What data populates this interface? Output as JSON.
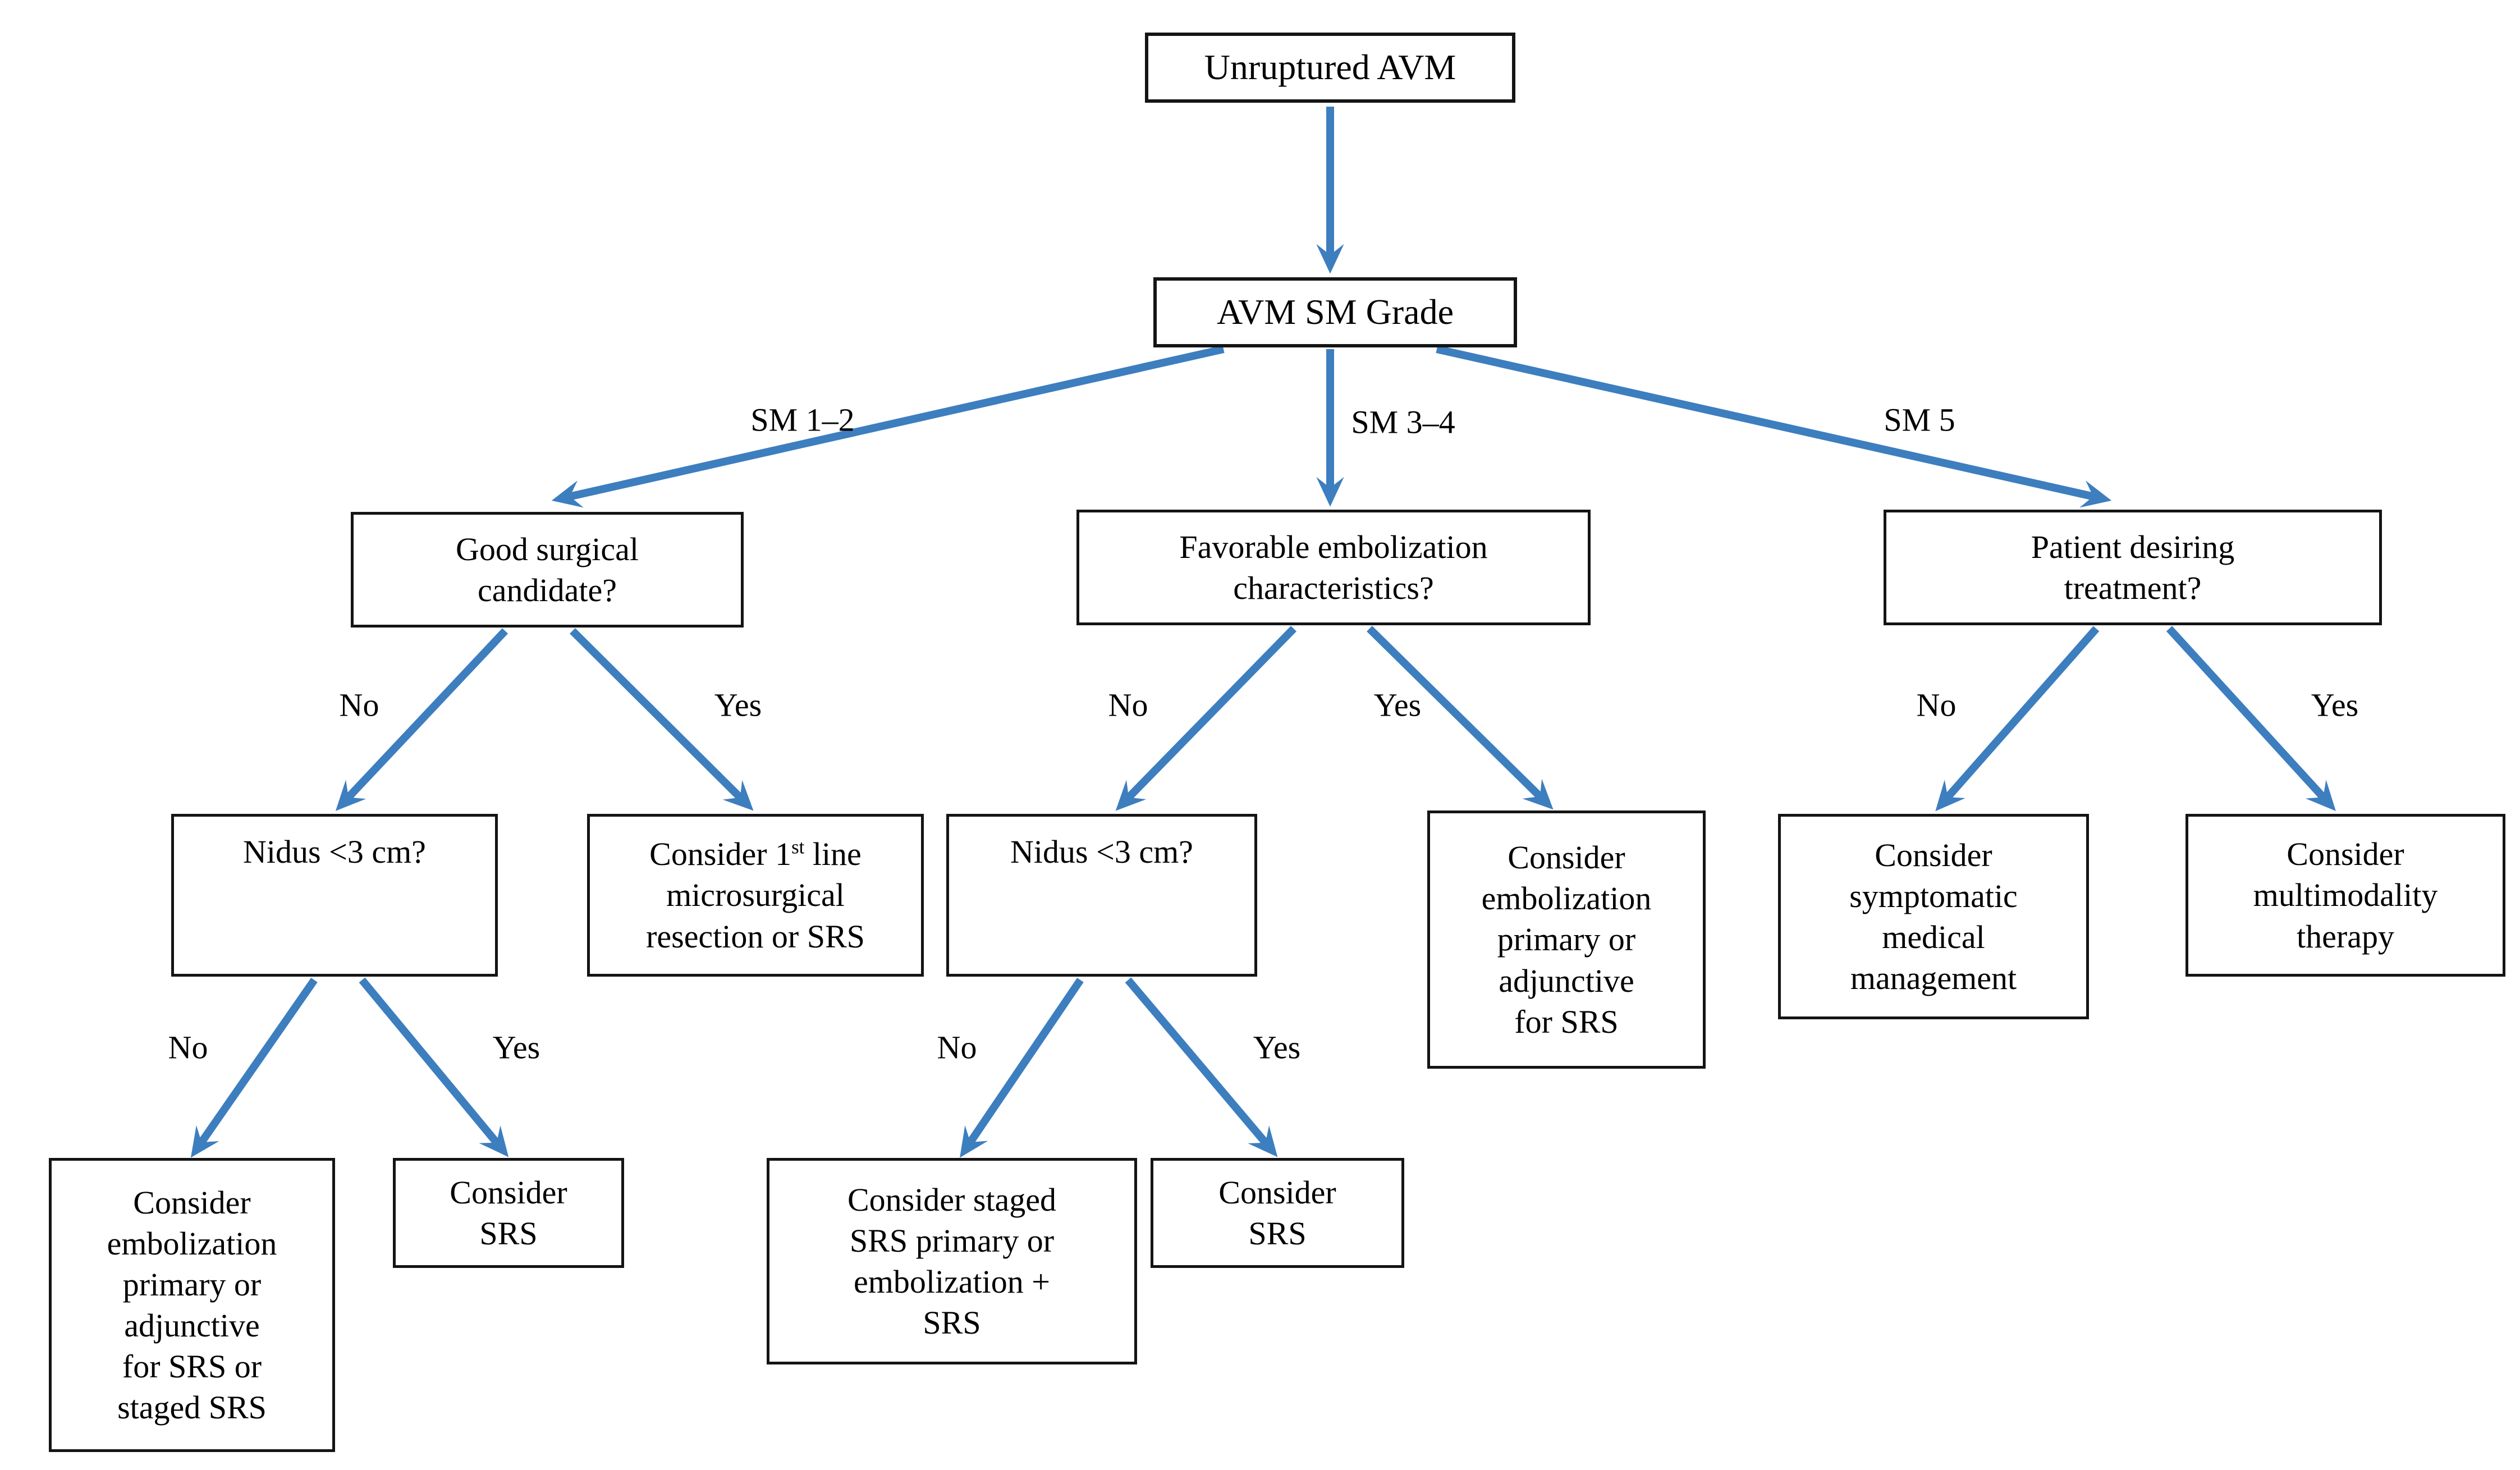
{
  "title": "Unruptured AVM treatment decision flowchart",
  "colors": {
    "arrow": "#3d7ebf",
    "box_border": "#141414",
    "box_fill": "#ffffff",
    "text": "#000000",
    "background": "#ffffff"
  },
  "nodes": {
    "root": "Unruptured AVM",
    "grade": "AVM SM Grade",
    "good_surgical": "Good surgical\ncandidate?",
    "favorable_embolization": "Favorable embolization\ncharacteristics?",
    "patient_desiring": "Patient desiring\ntreatment?",
    "nidus_left": "Nidus <3 cm?",
    "first_line": {
      "pre": "Consider 1",
      "sup": "st",
      "post": " line\nmicrosurgical\nresection or SRS"
    },
    "nidus_mid": "Nidus <3 cm?",
    "embolization_for_srs": "Consider\nembolization\nprimary or\nadjunctive\nfor SRS",
    "symptomatic": "Consider\nsymptomatic\nmedical\nmanagement",
    "multimodality": "Consider\nmultimodality\ntherapy",
    "embolization_staged": "Consider\nembolization\nprimary or\nadjunctive\nfor SRS or\nstaged SRS",
    "srs_left": "Consider\nSRS",
    "staged_srs": "Consider staged\nSRS primary or\nembolization +\nSRS",
    "srs_mid": "Consider\nSRS"
  },
  "edge_labels": {
    "sm_1_2": "SM 1–2",
    "sm_3_4": "SM 3–4",
    "sm_5": "SM 5",
    "no": "No",
    "yes": "Yes"
  }
}
